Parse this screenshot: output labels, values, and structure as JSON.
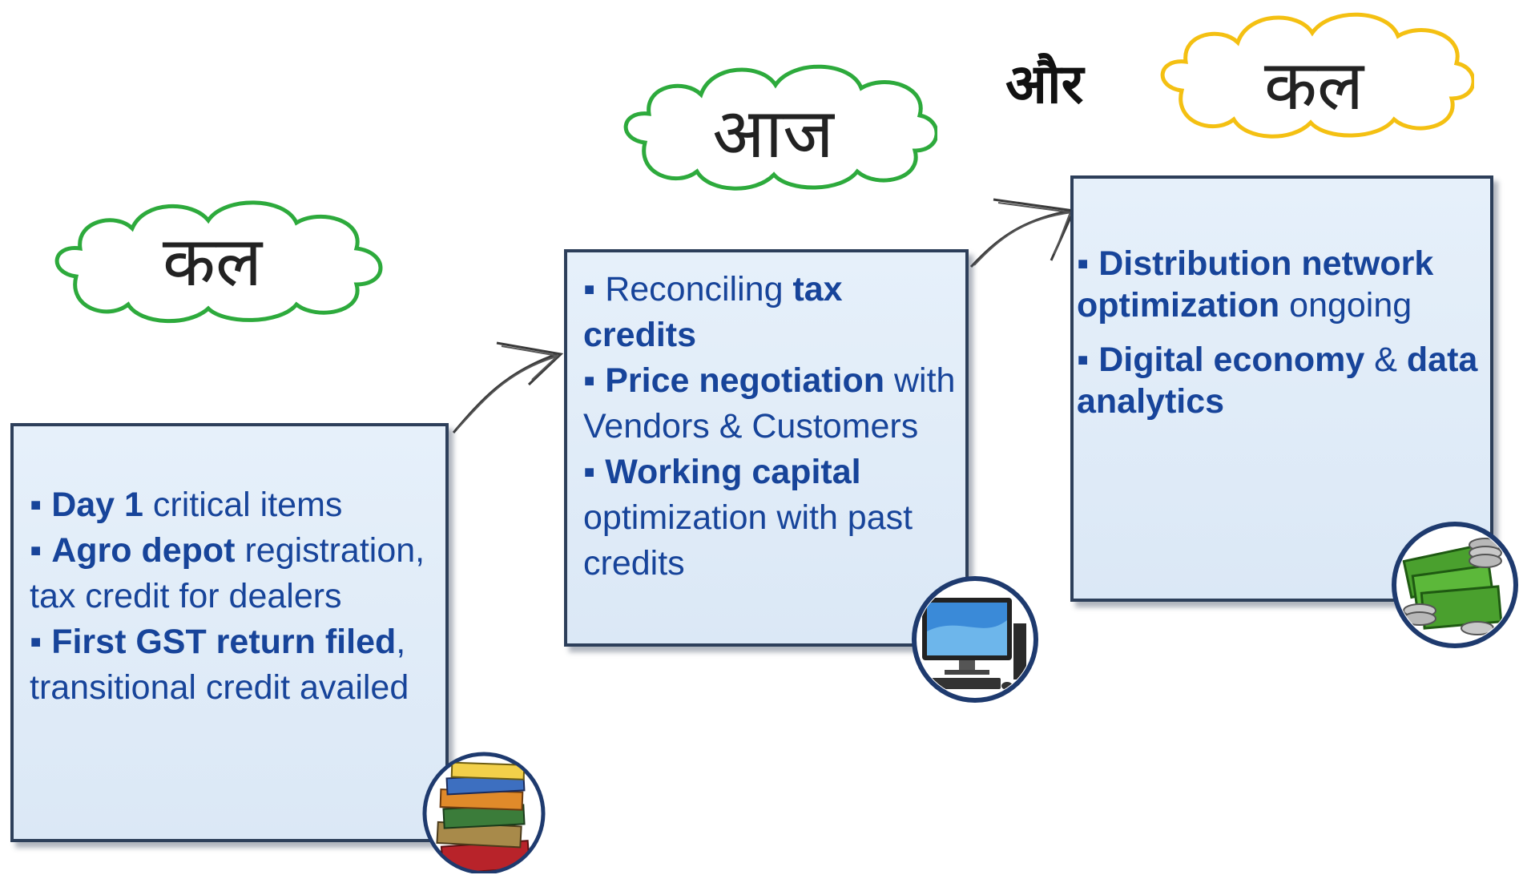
{
  "clouds": {
    "first": {
      "label": "कल",
      "color": "#2daa3c"
    },
    "second": {
      "label": "आज",
      "color": "#2daa3c"
    },
    "third": {
      "label": "कल",
      "color": "#f4c012"
    }
  },
  "connector_word": "और",
  "boxes": {
    "past": {
      "items": [
        {
          "bold": "Day 1",
          "text": " critical items"
        },
        {
          "bold": "Agro depot",
          "text": " registration, tax credit for dealers"
        },
        {
          "bold": "First GST return filed",
          "text": ", transitional credit availed"
        }
      ],
      "icon": "books-icon"
    },
    "present": {
      "items": [
        {
          "pre": "Reconciling ",
          "bold": "tax credits",
          "text": ""
        },
        {
          "pre": "",
          "bold": "Price negotiation",
          "text": " with Vendors & Customers"
        },
        {
          "pre": "",
          "bold": "Working capital",
          "text": " optimization with past credits"
        }
      ],
      "icon": "computer-icon"
    },
    "future": {
      "items": [
        {
          "bold": "Distribution network optimization",
          "text": " ongoing"
        },
        {
          "bold": "Digital economy",
          "text": " & ",
          "bold2": "data analytics"
        }
      ],
      "icon": "money-icon"
    }
  },
  "bullet": "▪",
  "colors": {
    "text": "#17449a",
    "box_border": "#2d3f5a",
    "box_fill": "#e2edf9",
    "arrow": "#3a3a3a"
  }
}
